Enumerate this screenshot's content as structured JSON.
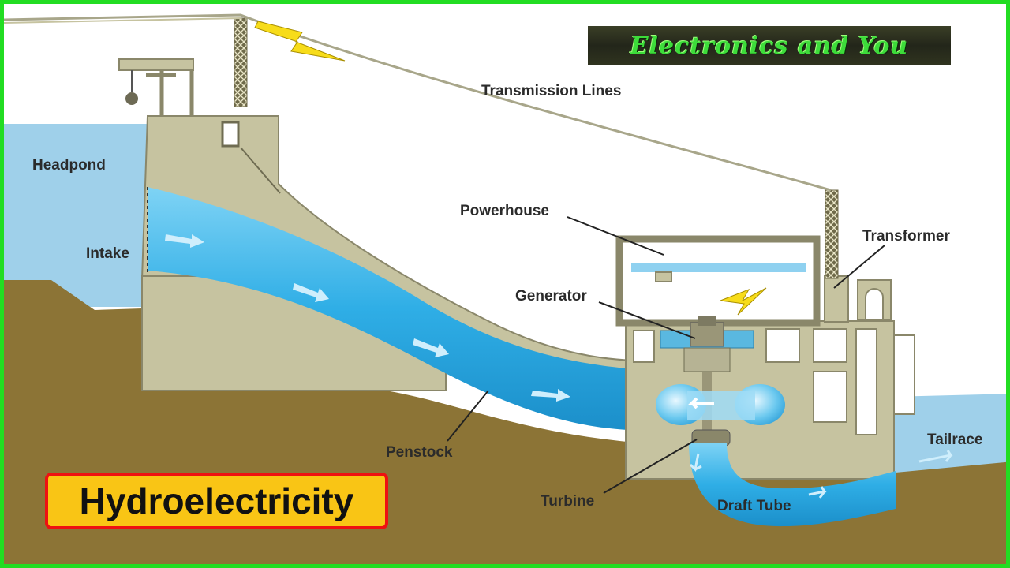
{
  "logo": {
    "text": "Electronics and You"
  },
  "title": {
    "text": "Hydroelectricity"
  },
  "labels": {
    "transmission_lines": "Transmission Lines",
    "headpond": "Headpond",
    "intake": "Intake",
    "powerhouse": "Powerhouse",
    "transformer": "Transformer",
    "generator": "Generator",
    "penstock": "Penstock",
    "turbine": "Turbine",
    "draft_tube": "Draft Tube",
    "tailrace": "Tailrace"
  },
  "colors": {
    "frame": "#22dd22",
    "water": "#3fb5e8",
    "headpond_water": "#9fd0ea",
    "ground": "#8c7436",
    "concrete": "#c6c3a0",
    "lightning": "#f7dc1a",
    "title_bg": "#f9c515",
    "title_border": "#ee1111",
    "logo_text": "#3ddc3a"
  }
}
